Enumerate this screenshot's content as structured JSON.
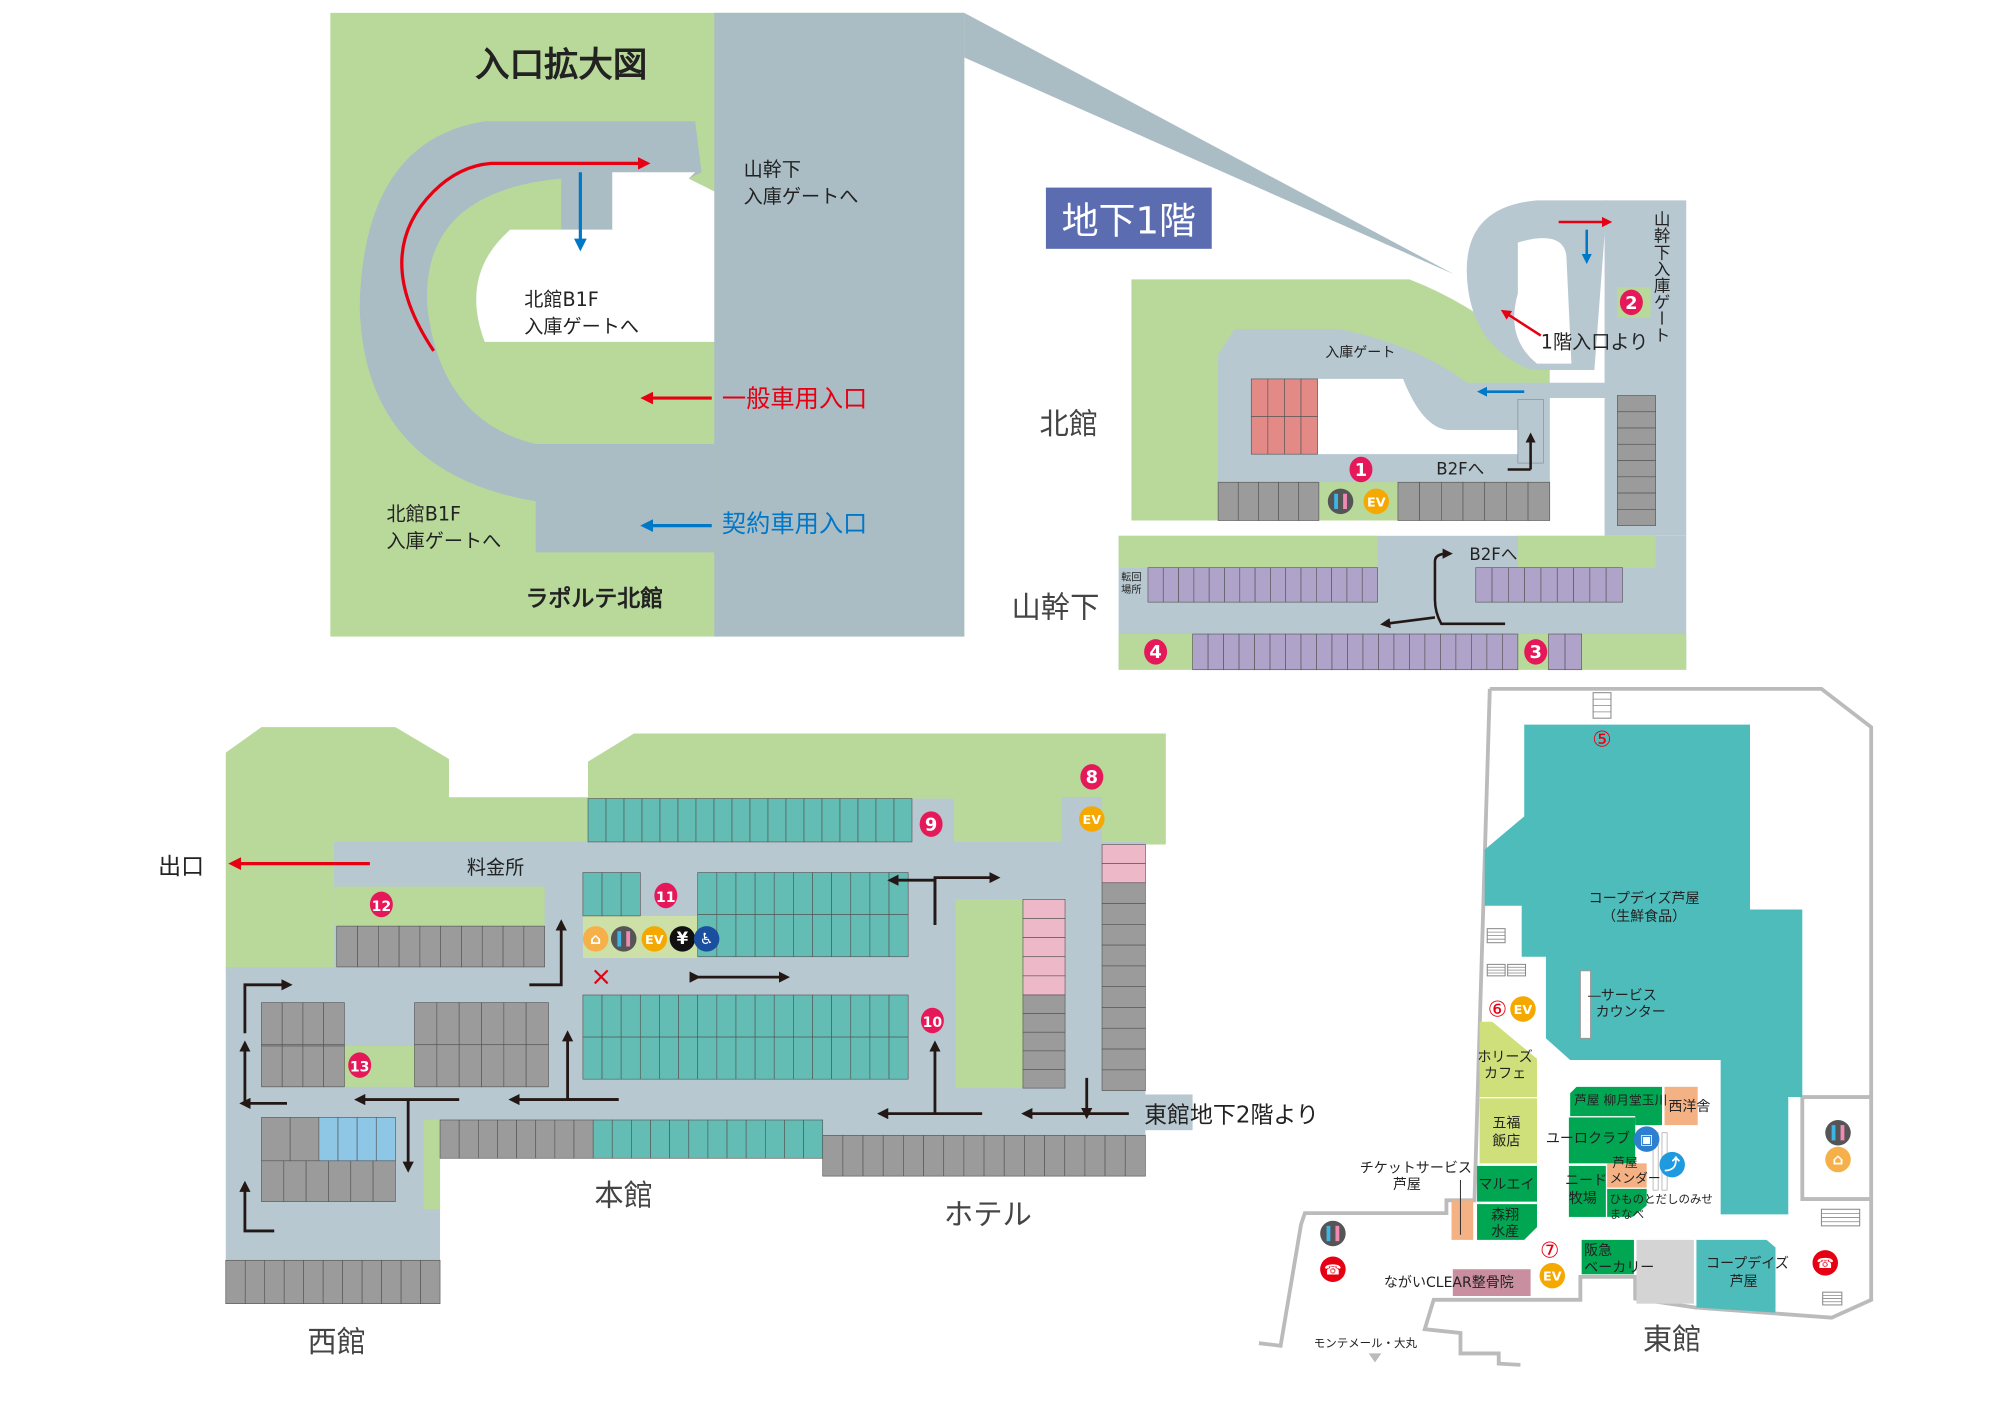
{
  "inset": {
    "title": "入口拡大図",
    "to_sankan_gate": [
      "山幹下",
      "入庫ゲートへ"
    ],
    "to_north_b1f_gate_1": [
      "北館B1F",
      "入庫ゲートへ"
    ],
    "general_entrance": "一般車用入口",
    "contract_entrance": "契約車用入口",
    "to_north_b1f_gate_2": [
      "北館B1F",
      "入庫ゲートへ"
    ],
    "building": "ラポルテ北館"
  },
  "b1": {
    "floor_title": "地下1階",
    "north_building": "北館",
    "sankanshita": "山幹下",
    "entry_gate": "入庫ゲート",
    "from_1f_entrance": "1階入口より",
    "sankan_gate_vertical": "山幹下入庫ゲート",
    "to_b2f_1": "B2Fへ",
    "to_b2f_2": "B2Fへ",
    "turnaround": [
      "転回",
      "場所"
    ]
  },
  "b2": {
    "exit": "出口",
    "toll_booth": "料金所",
    "main_building": "本館",
    "hotel": "ホテル",
    "west_building": "西館",
    "from_east_b2": "東館地下2階より"
  },
  "east": {
    "building": "東館",
    "coop_fresh": [
      "コープデイズ芦屋",
      "（生鮮食品）"
    ],
    "service_counter": [
      "サービス",
      "カウンター"
    ],
    "holys_cafe": [
      "ホリーズ",
      "カフェ"
    ],
    "gofuku": [
      "五福",
      "飯店"
    ],
    "marue": "マルエイ",
    "morisho": [
      "森翔",
      "水産"
    ],
    "ticket_service": [
      "チケットサービス",
      "芦屋"
    ],
    "ryugetsudo": "芦屋 柳月堂玉川",
    "seiyosha": "西洋舎",
    "euro_club": "ユーロクラブ",
    "ashiya_mender": [
      "芦屋",
      "メンダー"
    ],
    "need_farm": [
      "ニード",
      "牧場"
    ],
    "himono": [
      "ひものとだしのみせ",
      "まなべ"
    ],
    "hankyu_bakery": [
      "阪急",
      "ベーカリー"
    ],
    "coop_ashiya": [
      "コープデイズ",
      "芦屋"
    ],
    "nagai_clear": "ながいCLEAR整骨院",
    "montemer": "モンテメール・大丸"
  },
  "markers": {
    "numbers": [
      "1",
      "2",
      "3",
      "4",
      "⑤",
      "⑥",
      "⑦",
      "8",
      "9",
      "10",
      "11",
      "12",
      "13"
    ],
    "ev_label": "EV",
    "yen_label": "¥"
  },
  "colors": {
    "green_area": "#b8d99a",
    "road": "#b7c8d1",
    "parking_gray": "#9b9b9b",
    "parking_teal": "#64bdb5",
    "parking_purple": "#afa3c9",
    "marker_magenta": "#e5195a",
    "ev_orange": "#f5a800",
    "floor_title_bg": "#5b6db0",
    "east_teal": "#4fbcbc",
    "shop_green": "#00a651",
    "entrance_red": "#e60012",
    "entrance_blue": "#0078c8"
  }
}
